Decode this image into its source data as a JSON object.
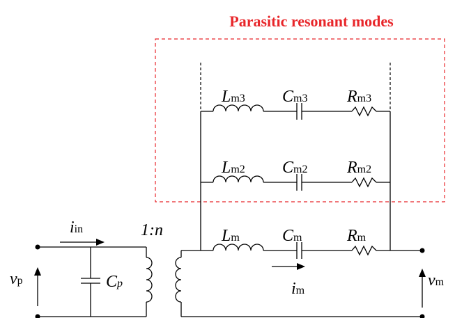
{
  "title": "Parasitic resonant modes",
  "colors": {
    "highlight": "#e8262a",
    "line": "#000000"
  },
  "transformer": {
    "ratio": "1:n"
  },
  "primary": {
    "current": {
      "sym": "i",
      "sub": "in"
    },
    "voltage": {
      "sym": "v",
      "sub": "p"
    },
    "capacitor": {
      "sym": "C",
      "sub": "p"
    }
  },
  "branches": [
    {
      "L": {
        "sym": "L",
        "sub": "m3"
      },
      "C": {
        "sym": "C",
        "sub": "m3"
      },
      "R": {
        "sym": "R",
        "sub": "m3"
      }
    },
    {
      "L": {
        "sym": "L",
        "sub": "m2"
      },
      "C": {
        "sym": "C",
        "sub": "m2"
      },
      "R": {
        "sym": "R",
        "sub": "m2"
      }
    },
    {
      "L": {
        "sym": "L",
        "sub": "m"
      },
      "C": {
        "sym": "C",
        "sub": "m"
      },
      "R": {
        "sym": "R",
        "sub": "m"
      }
    }
  ],
  "motional": {
    "current": {
      "sym": "i",
      "sub": "m"
    },
    "voltage": {
      "sym": "v",
      "sub": "m"
    }
  }
}
